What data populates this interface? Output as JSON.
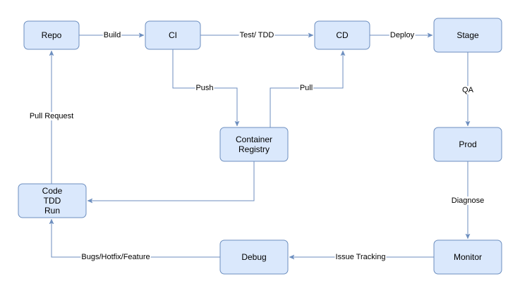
{
  "diagram": {
    "nodes": {
      "repo": [
        "Repo"
      ],
      "ci": [
        "CI"
      ],
      "cd": [
        "CD"
      ],
      "stage": [
        "Stage"
      ],
      "registry": [
        "Container",
        "Registry"
      ],
      "code": [
        "Code",
        "TDD",
        "Run"
      ],
      "prod": [
        "Prod"
      ],
      "debug": [
        "Debug"
      ],
      "monitor": [
        "Monitor"
      ]
    },
    "edges": {
      "build": "Build",
      "test_tdd": "Test/ TDD",
      "deploy": "Deploy",
      "qa": "QA",
      "push": "Push",
      "pull": "Pull",
      "pull_request": "Pull Request",
      "diagnose": "Diagnose",
      "issue_tracking": "Issue Tracking",
      "bugs": "Bugs/Hotfix/Feature",
      "registry_to_code": ""
    },
    "colors": {
      "node_fill": "#dae8fc",
      "node_stroke": "#6c8ebf",
      "edge_stroke": "#6c8ebf"
    }
  }
}
